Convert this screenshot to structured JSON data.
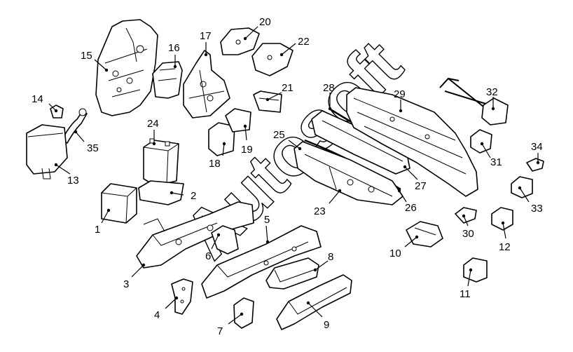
{
  "watermark": "Autosoft",
  "callouts": [
    {
      "id": "c1",
      "label": "1"
    },
    {
      "id": "c2",
      "label": "2"
    },
    {
      "id": "c3",
      "label": "3"
    },
    {
      "id": "c4",
      "label": "4"
    },
    {
      "id": "c5",
      "label": "5"
    },
    {
      "id": "c6",
      "label": "6"
    },
    {
      "id": "c7",
      "label": "7"
    },
    {
      "id": "c8",
      "label": "8"
    },
    {
      "id": "c9",
      "label": "9"
    },
    {
      "id": "c10",
      "label": "10"
    },
    {
      "id": "c11",
      "label": "11"
    },
    {
      "id": "c12",
      "label": "12"
    },
    {
      "id": "c13",
      "label": "13"
    },
    {
      "id": "c14",
      "label": "14"
    },
    {
      "id": "c15",
      "label": "15"
    },
    {
      "id": "c16",
      "label": "16"
    },
    {
      "id": "c17",
      "label": "17"
    },
    {
      "id": "c18",
      "label": "18"
    },
    {
      "id": "c19",
      "label": "19"
    },
    {
      "id": "c20",
      "label": "20"
    },
    {
      "id": "c21",
      "label": "21"
    },
    {
      "id": "c22",
      "label": "22"
    },
    {
      "id": "c23",
      "label": "23"
    },
    {
      "id": "c24",
      "label": "24"
    },
    {
      "id": "c25",
      "label": "25"
    },
    {
      "id": "c26",
      "label": "26"
    },
    {
      "id": "c27",
      "label": "27"
    },
    {
      "id": "c28",
      "label": "28"
    },
    {
      "id": "c29",
      "label": "29"
    },
    {
      "id": "c30",
      "label": "30"
    },
    {
      "id": "c31",
      "label": "31"
    },
    {
      "id": "c32",
      "label": "32"
    },
    {
      "id": "c33",
      "label": "33"
    },
    {
      "id": "c34",
      "label": "34"
    },
    {
      "id": "c35",
      "label": "35"
    }
  ]
}
